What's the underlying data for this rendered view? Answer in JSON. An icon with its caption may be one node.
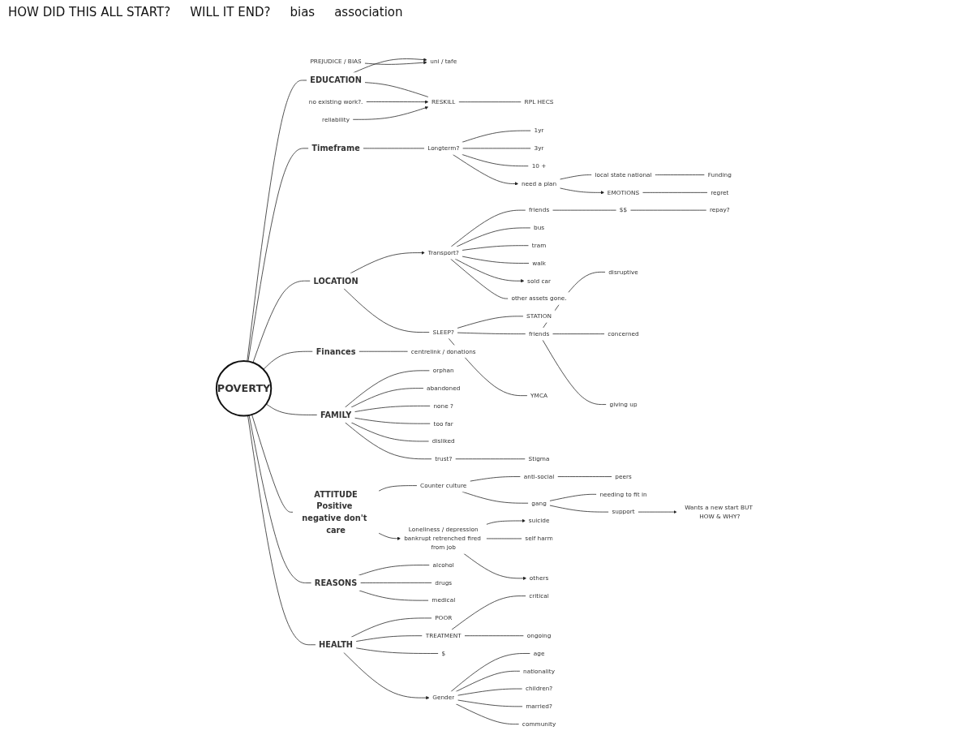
{
  "diagram": {
    "nodes": [
      {
        "text": [
          "POVERTY"
        ]
      },
      {
        "text": [
          "EDUCATION"
        ]
      },
      {
        "text": [
          "Timeframe"
        ]
      },
      {
        "text": [
          "LOCATION"
        ]
      },
      {
        "text": [
          "FAMILY"
        ]
      },
      {
        "text": [
          "Finances"
        ]
      },
      {
        "text": [
          "ATTITUDE",
          "Positive negative don't care"
        ]
      },
      {
        "text": [
          "REASONS"
        ]
      },
      {
        "text": [
          "HEALTH"
        ]
      },
      {
        "text": [
          "PREJUDICE / BIAS"
        ]
      },
      {
        "text": [
          "uni / tafe"
        ]
      },
      {
        "text": [
          "reliability"
        ]
      },
      {
        "text": [
          "no existing work?."
        ]
      },
      {
        "text": [
          "RESKILL"
        ]
      },
      {
        "text": [
          "RPL HECS"
        ]
      },
      {
        "text": [
          "Longterm?"
        ]
      },
      {
        "text": [
          "1yr"
        ]
      },
      {
        "text": [
          "3yr"
        ]
      },
      {
        "text": [
          "10 +"
        ]
      },
      {
        "text": [
          "need a plan"
        ]
      },
      {
        "text": [
          "local state national"
        ]
      },
      {
        "text": [
          "Funding"
        ]
      },
      {
        "text": [
          "EMOTIONS"
        ]
      },
      {
        "text": [
          "regret"
        ]
      },
      {
        "text": [
          "Transport?"
        ]
      },
      {
        "text": [
          "friends"
        ]
      },
      {
        "text": [
          "$$"
        ]
      },
      {
        "text": [
          "repay?"
        ]
      },
      {
        "text": [
          "bus"
        ]
      },
      {
        "text": [
          "tram"
        ]
      },
      {
        "text": [
          "walk"
        ]
      },
      {
        "text": [
          "sold car"
        ]
      },
      {
        "text": [
          "other assets gone."
        ]
      },
      {
        "text": [
          "SLEEP?"
        ]
      },
      {
        "text": [
          "STATION"
        ]
      },
      {
        "text": [
          "friends"
        ]
      },
      {
        "text": [
          "YMCA"
        ]
      },
      {
        "text": [
          "disruptive"
        ]
      },
      {
        "text": [
          "concerned"
        ]
      },
      {
        "text": [
          "giving up"
        ]
      },
      {
        "text": [
          "centrelink / donations"
        ]
      },
      {
        "text": [
          "orphan"
        ]
      },
      {
        "text": [
          "abandoned"
        ]
      },
      {
        "text": [
          "none ?"
        ]
      },
      {
        "text": [
          "too far"
        ]
      },
      {
        "text": [
          "disliked"
        ]
      },
      {
        "text": [
          "trust?"
        ]
      },
      {
        "text": [
          "Stigma"
        ]
      },
      {
        "text": [
          "Counter culture"
        ]
      },
      {
        "text": [
          "gang"
        ]
      },
      {
        "text": [
          "anti-social"
        ]
      },
      {
        "text": [
          "peers"
        ]
      },
      {
        "text": [
          "needing to fit in"
        ]
      },
      {
        "text": [
          "support"
        ]
      },
      {
        "text": [
          "Wants a new start BUT HOW & WHY?"
        ]
      },
      {
        "text": [
          "Loneliness / depression",
          "bankrupt retrenched fired from job"
        ]
      },
      {
        "text": [
          "suicide"
        ]
      },
      {
        "text": [
          "self harm"
        ]
      },
      {
        "text": [
          "others"
        ]
      },
      {
        "text": [
          "alcohol"
        ]
      },
      {
        "text": [
          "drugs"
        ]
      },
      {
        "text": [
          "medical"
        ]
      },
      {
        "text": [
          "POOR"
        ]
      },
      {
        "text": [
          "TREATMENT"
        ]
      },
      {
        "text": [
          "$"
        ]
      },
      {
        "text": [
          "critical"
        ]
      },
      {
        "text": [
          "ongoing"
        ]
      },
      {
        "text": [
          "Gender"
        ]
      },
      {
        "text": [
          "age"
        ]
      },
      {
        "text": [
          "nationality"
        ]
      },
      {
        "text": [
          "children?"
        ]
      },
      {
        "text": [
          "married?"
        ]
      },
      {
        "text": [
          "community"
        ]
      }
    ],
    "edges": [
      {
        "from": 0,
        "to": 1,
        "arrow": "none"
      },
      {
        "from": 0,
        "to": 2,
        "arrow": "none"
      },
      {
        "from": 0,
        "to": 3,
        "arrow": "none"
      },
      {
        "from": 0,
        "to": 4,
        "arrow": "none"
      },
      {
        "from": 0,
        "to": 5,
        "arrow": "none"
      },
      {
        "from": 0,
        "to": 6,
        "arrow": "none"
      },
      {
        "from": 0,
        "to": 7,
        "arrow": "none"
      },
      {
        "from": 0,
        "to": 8,
        "arrow": "none"
      },
      {
        "from": 9,
        "to": 10,
        "arrow": "to"
      },
      {
        "from": 1,
        "to": 10,
        "arrow": "to"
      },
      {
        "from": 11,
        "to": 13,
        "arrow": "to"
      },
      {
        "from": 12,
        "to": 13,
        "arrow": "to"
      },
      {
        "from": 1,
        "to": 13,
        "arrow": "none"
      },
      {
        "from": 13,
        "to": 14,
        "arrow": "none"
      },
      {
        "from": 2,
        "to": 15,
        "arrow": "none"
      },
      {
        "from": 15,
        "to": 16,
        "arrow": "none"
      },
      {
        "from": 15,
        "to": 17,
        "arrow": "none"
      },
      {
        "from": 15,
        "to": 18,
        "arrow": "none"
      },
      {
        "from": 15,
        "to": 19,
        "arrow": "to"
      },
      {
        "from": 19,
        "to": 20,
        "arrow": "none"
      },
      {
        "from": 20,
        "to": 21,
        "arrow": "none"
      },
      {
        "from": 19,
        "to": 22,
        "arrow": "to"
      },
      {
        "from": 22,
        "to": 23,
        "arrow": "none"
      },
      {
        "from": 3,
        "to": 24,
        "arrow": "to"
      },
      {
        "from": 24,
        "to": 25,
        "arrow": "none"
      },
      {
        "from": 25,
        "to": 26,
        "arrow": "none"
      },
      {
        "from": 26,
        "to": 27,
        "arrow": "none"
      },
      {
        "from": 24,
        "to": 28,
        "arrow": "none"
      },
      {
        "from": 24,
        "to": 29,
        "arrow": "none"
      },
      {
        "from": 24,
        "to": 30,
        "arrow": "none"
      },
      {
        "from": 24,
        "to": 31,
        "arrow": "to"
      },
      {
        "from": 24,
        "to": 32,
        "arrow": "none"
      },
      {
        "from": 3,
        "to": 33,
        "arrow": "none"
      },
      {
        "from": 33,
        "to": 34,
        "arrow": "none"
      },
      {
        "from": 33,
        "to": 35,
        "arrow": "none"
      },
      {
        "from": 33,
        "to": 36,
        "arrow": "none"
      },
      {
        "from": 35,
        "to": 37,
        "arrow": "none"
      },
      {
        "from": 35,
        "to": 38,
        "arrow": "none"
      },
      {
        "from": 35,
        "to": 39,
        "arrow": "none"
      },
      {
        "from": 5,
        "to": 40,
        "arrow": "none"
      },
      {
        "from": 4,
        "to": 41,
        "arrow": "none"
      },
      {
        "from": 4,
        "to": 42,
        "arrow": "none"
      },
      {
        "from": 4,
        "to": 43,
        "arrow": "none"
      },
      {
        "from": 4,
        "to": 44,
        "arrow": "none"
      },
      {
        "from": 4,
        "to": 45,
        "arrow": "none"
      },
      {
        "from": 4,
        "to": 46,
        "arrow": "none"
      },
      {
        "from": 46,
        "to": 47,
        "arrow": "none"
      },
      {
        "from": 6,
        "to": 48,
        "arrow": "none"
      },
      {
        "from": 48,
        "to": 49,
        "arrow": "none"
      },
      {
        "from": 48,
        "to": 50,
        "arrow": "none"
      },
      {
        "from": 50,
        "to": 51,
        "arrow": "none"
      },
      {
        "from": 49,
        "to": 52,
        "arrow": "none"
      },
      {
        "from": 49,
        "to": 53,
        "arrow": "none"
      },
      {
        "from": 53,
        "to": 54,
        "arrow": "to"
      },
      {
        "from": 6,
        "to": 55,
        "arrow": "to"
      },
      {
        "from": 55,
        "to": 56,
        "arrow": "to"
      },
      {
        "from": 55,
        "to": 57,
        "arrow": "none"
      },
      {
        "from": 55,
        "to": 58,
        "arrow": "to"
      },
      {
        "from": 7,
        "to": 59,
        "arrow": "none"
      },
      {
        "from": 7,
        "to": 60,
        "arrow": "none"
      },
      {
        "from": 7,
        "to": 61,
        "arrow": "none"
      },
      {
        "from": 8,
        "to": 62,
        "arrow": "none"
      },
      {
        "from": 8,
        "to": 63,
        "arrow": "none"
      },
      {
        "from": 8,
        "to": 64,
        "arrow": "none"
      },
      {
        "from": 63,
        "to": 65,
        "arrow": "none"
      },
      {
        "from": 63,
        "to": 66,
        "arrow": "none"
      },
      {
        "from": 8,
        "to": 67,
        "arrow": "to"
      },
      {
        "from": 67,
        "to": 68,
        "arrow": "none"
      },
      {
        "from": 67,
        "to": 69,
        "arrow": "none"
      },
      {
        "from": 67,
        "to": 70,
        "arrow": "none"
      },
      {
        "from": 67,
        "to": 71,
        "arrow": "none"
      },
      {
        "from": 67,
        "to": 72,
        "arrow": "none"
      }
    ],
    "labels": [
      "HOW DID THIS ALL START?",
      "WILL IT END?",
      "bias",
      "association"
    ]
  }
}
